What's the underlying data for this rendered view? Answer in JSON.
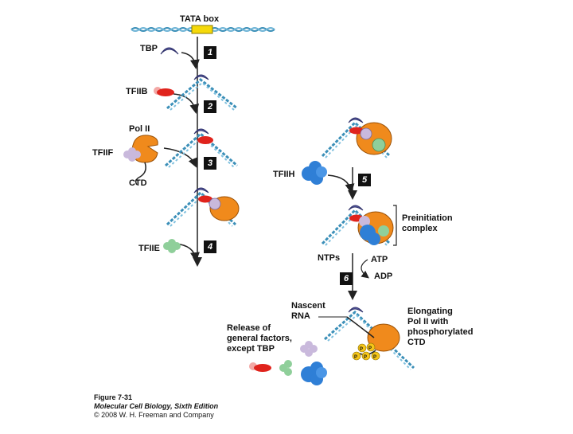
{
  "labels": {
    "tata_box": "TATA box",
    "tbp": "TBP",
    "tfiib": "TFIIB",
    "pol_ii": "Pol II",
    "tfiif": "TFIIF",
    "ctd": "CTD",
    "tfiie": "TFIIE",
    "tfiih": "TFIIH",
    "preinitiation": "Preinitiation\ncomplex",
    "ntps": "NTPs",
    "atp": "ATP",
    "adp": "ADP",
    "nascent_rna": "Nascent\nRNA",
    "release": "Release of\ngeneral factors,\nexcept TBP",
    "elongating": "Elongating\nPol II with\nphosphorylated\nCTD",
    "phosphate": "P"
  },
  "steps": [
    "1",
    "2",
    "3",
    "4",
    "5",
    "6"
  ],
  "caption": {
    "figure": "Figure 7-31",
    "book": "Molecular Cell Biology, Sixth Edition",
    "copyright": "© 2008 W. H. Freeman and Company"
  },
  "colors": {
    "tbp": "#5b5ea6",
    "tfiib": "#e0231c",
    "pol_ii": "#f08a1c",
    "tfiif": "#c9b9dc",
    "tfiie": "#8fcf9a",
    "tfiih": "#2f7fd6",
    "tata": "#f5d90a",
    "dna": "#3b8fb8",
    "phosphate": "#f5c518"
  }
}
